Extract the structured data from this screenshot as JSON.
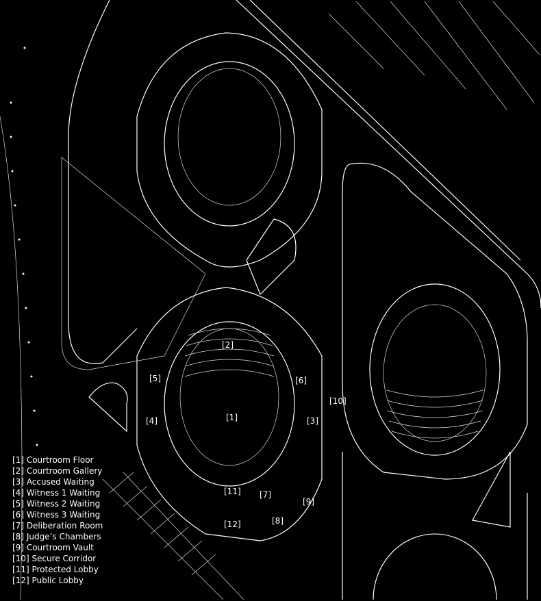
{
  "plan_labels": {
    "l1": "[1]",
    "l2": "[2]",
    "l3": "[3]",
    "l4": "[4]",
    "l5": "[5]",
    "l6": "[6]",
    "l7": "[7]",
    "l8": "[8]",
    "l9": "[9]",
    "l10": "[10]",
    "l11": "[11]",
    "l12": "[12]"
  },
  "legend": [
    "[1]  Courtroom Floor",
    "[2]  Courtroom Gallery",
    "[3]  Accused Waiting",
    "[4]  Witness 1 Waiting",
    "[5]  Witness 2 Waiting",
    "[6]  Witness 3 Waiting",
    "[7]  Deliberation Room",
    "[8]  Judge’s Chambers",
    "[9]  Courtroom Vault",
    "[10]  Secure Corridor",
    "[11]  Protected Lobby",
    "[12]  Public Lobby"
  ]
}
